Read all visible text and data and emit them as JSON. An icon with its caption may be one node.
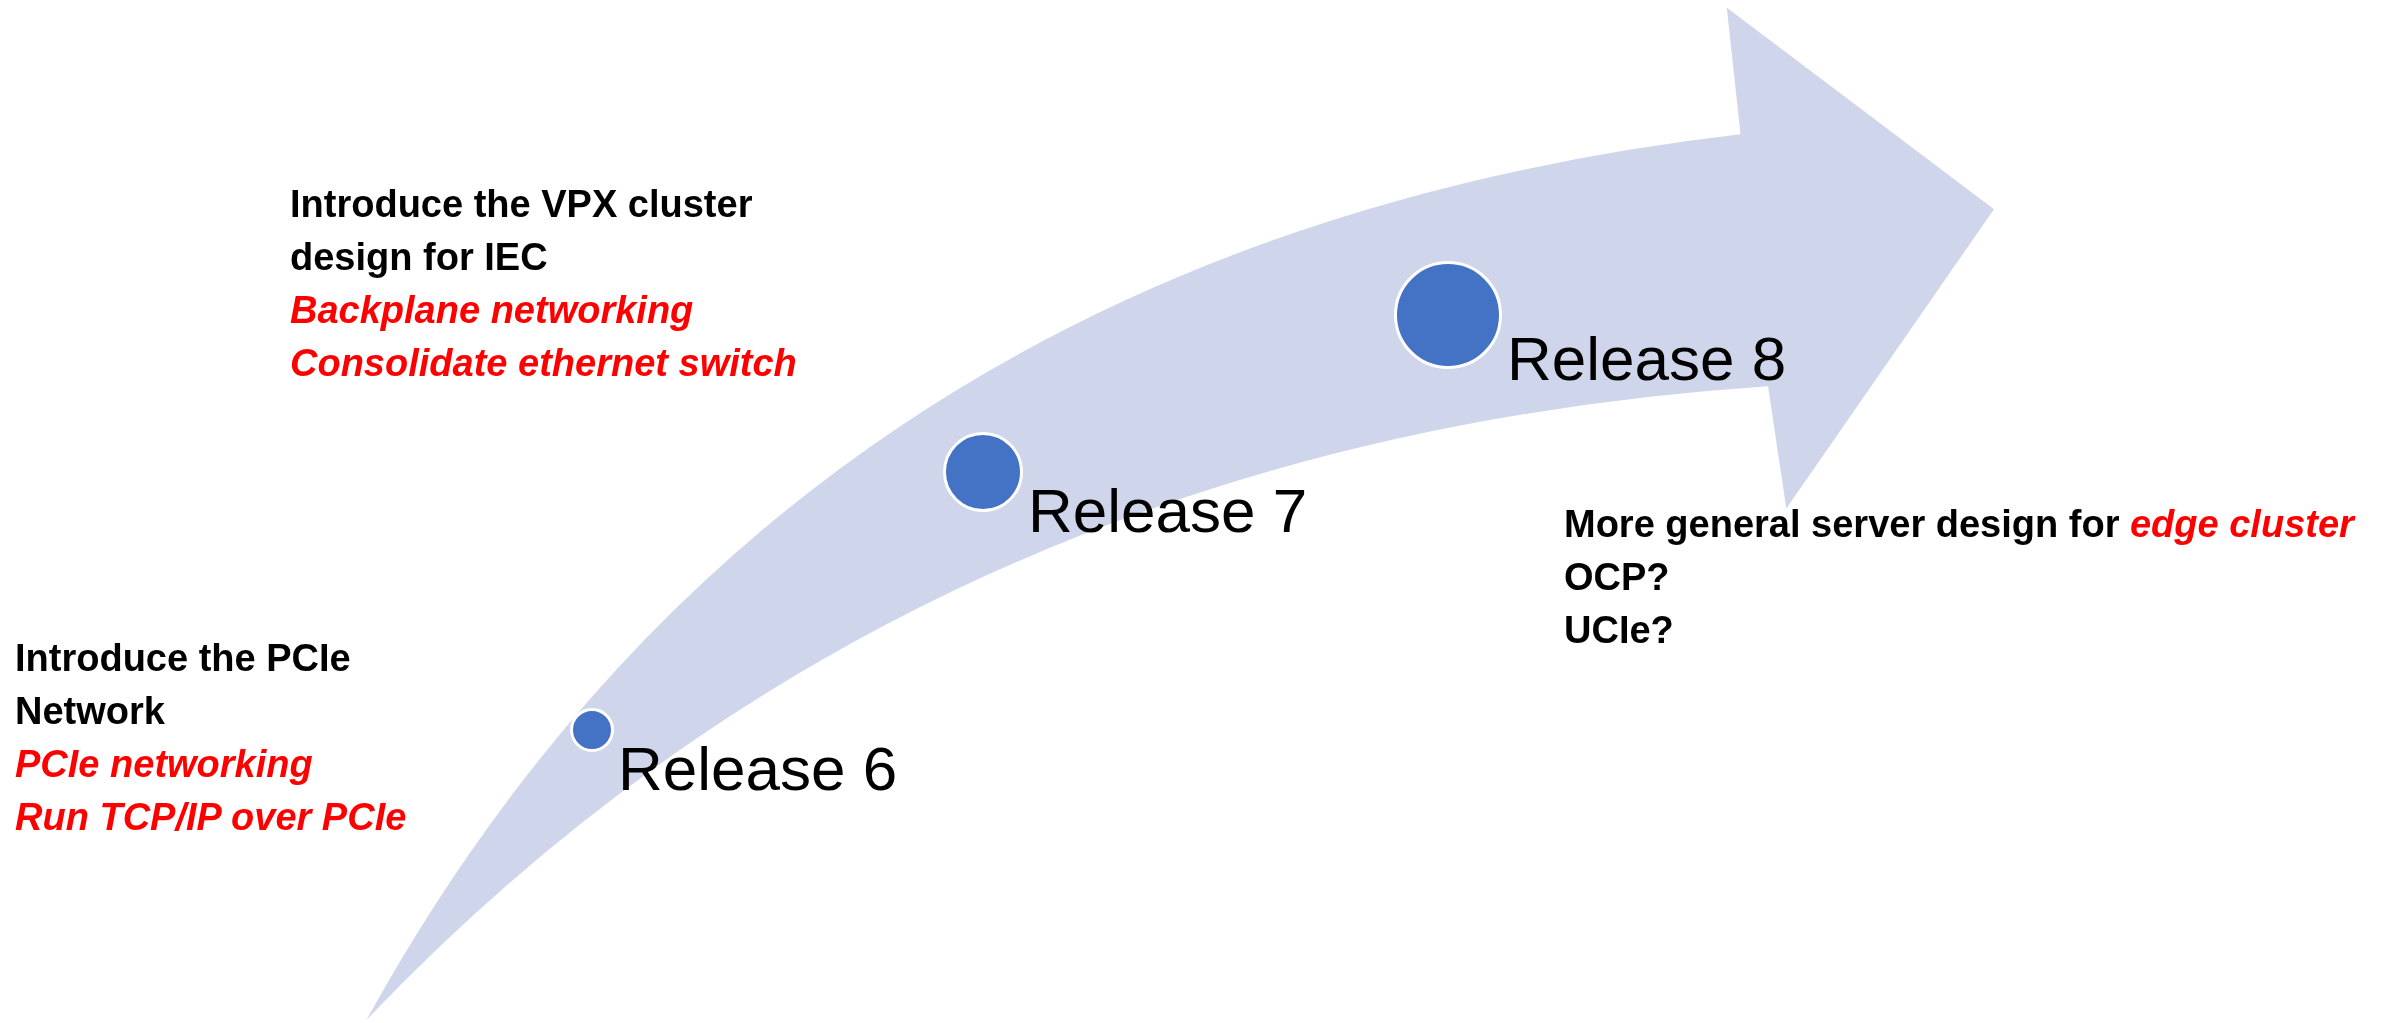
{
  "diagram": {
    "nodes": [
      {
        "text": [],
        "shape": "circle",
        "beside": [
          "Release 6"
        ]
      },
      {
        "text": [],
        "shape": "circle",
        "beside": [
          "Release 7"
        ]
      },
      {
        "text": [],
        "shape": "circle",
        "beside": [
          "Release 8"
        ]
      }
    ],
    "labels": [
      "Introduce the VPX cluster design for IEC",
      "Backplane networking",
      "Consolidate ethernet switch",
      "More general server design for *edge cluster*",
      "OCP?",
      "UCIe?",
      "Introduce the PCIe Network",
      "PCIe networking",
      "Run TCP/IP over PCIe"
    ]
  }
}
